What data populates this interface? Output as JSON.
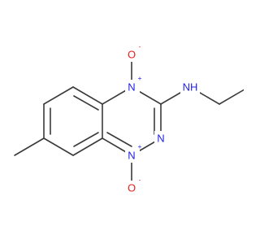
{
  "molecule": {
    "atoms": {
      "n_oxide_top": {
        "symbol": "N",
        "charge": "+",
        "color": "#1e1ee6"
      },
      "o_top": {
        "symbol": "O",
        "charge": "-",
        "color": "#e61e1e"
      },
      "n_oxide_bottom": {
        "symbol": "N",
        "charge": "+",
        "color": "#1e1ee6"
      },
      "o_bottom": {
        "symbol": "O",
        "charge": "-",
        "color": "#e61e1e"
      },
      "n_ring": {
        "symbol": "N",
        "charge": "",
        "color": "#1e1ee6"
      },
      "nh": {
        "symbol": "NH",
        "charge": "",
        "color": "#1e1ee6"
      }
    },
    "bond_color": "#3a3a3a"
  }
}
